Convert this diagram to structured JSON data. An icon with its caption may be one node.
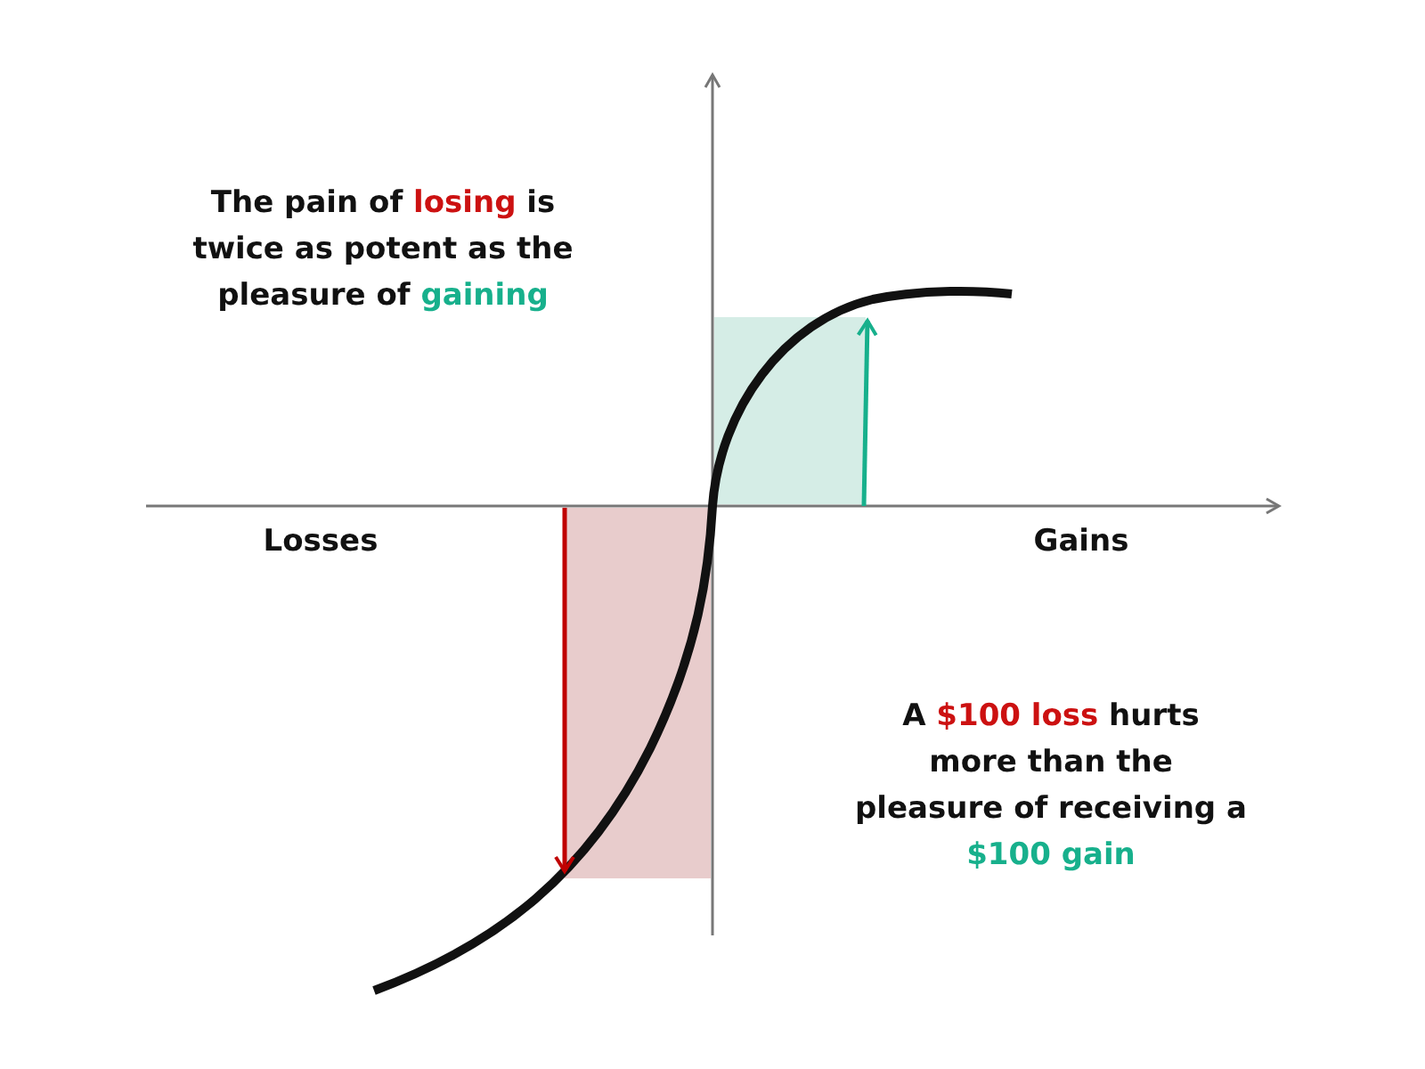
{
  "diagram": {
    "labels": [
      "The pain of **losing** is twice as potent as the pleasure of **gaining**",
      "Losses",
      "Gains",
      "A **$100 loss** hurts more than the pleasure of receiving a **$100 gain**"
    ]
  }
}
